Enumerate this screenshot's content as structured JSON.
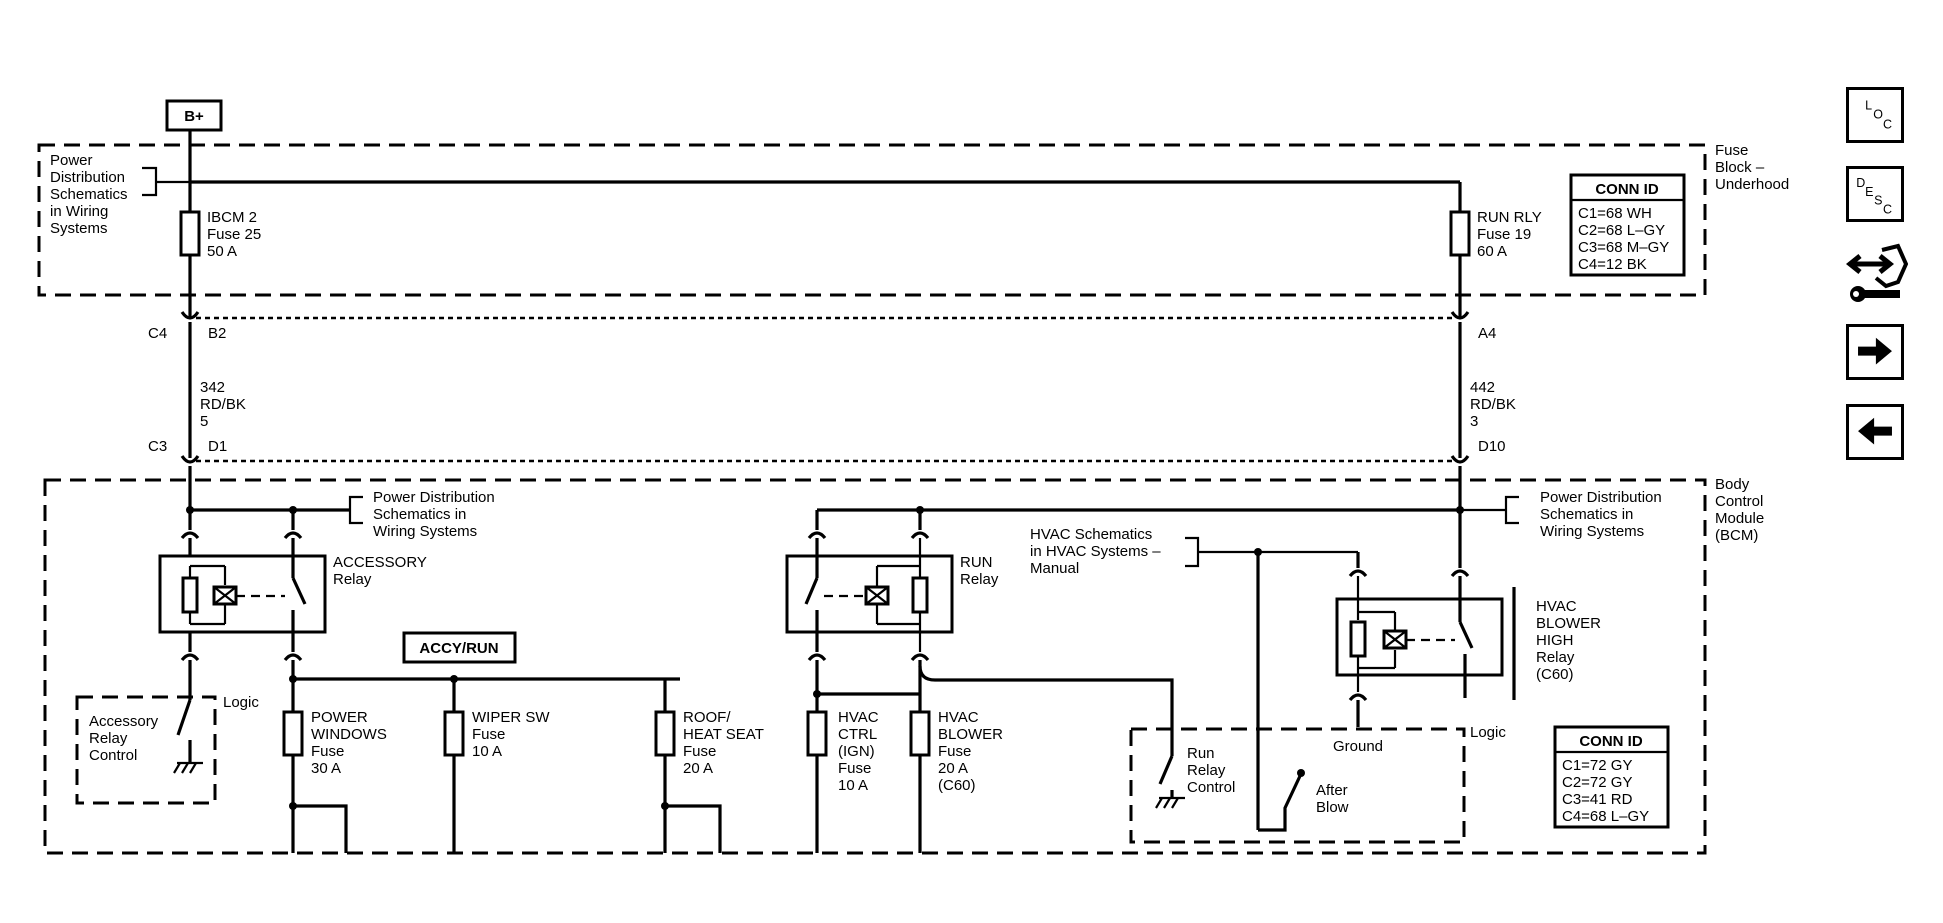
{
  "source": {
    "label": "B+"
  },
  "fuse_block": {
    "label": [
      "Fuse",
      "Block –",
      "Underhood"
    ],
    "note": [
      "Power",
      "Distribution",
      "Schematics",
      "in Wiring",
      "Systems"
    ],
    "fuse_left": [
      "IBCM 2",
      "Fuse 25",
      "50 A"
    ],
    "fuse_right": [
      "RUN RLY",
      "Fuse 19",
      "60 A"
    ],
    "conn_title": "CONN ID",
    "conn": [
      "C1=68 WH",
      "C2=68 L–GY",
      "C3=68 M–GY",
      "C4=12 BK"
    ]
  },
  "connectors": {
    "c4": "C4",
    "b2": "B2",
    "a4": "A4",
    "c3": "C3",
    "d1": "D1",
    "d10": "D10"
  },
  "wires": {
    "left": [
      "342",
      "RD/BK",
      "5"
    ],
    "right": [
      "442",
      "RD/BK",
      "3"
    ]
  },
  "bcm": {
    "label": [
      "Body",
      "Control",
      "Module",
      "(BCM)"
    ],
    "pd_note_left": [
      "Power Distribution",
      "Schematics in",
      "Wiring Systems"
    ],
    "pd_note_right": [
      "Power Distribution",
      "Schematics in",
      "Wiring Systems"
    ],
    "hvac_note": [
      "HVAC Schematics",
      "in HVAC Systems –",
      "Manual"
    ],
    "accessory_relay": [
      "ACCESSORY",
      "Relay"
    ],
    "run_relay": [
      "RUN",
      "Relay"
    ],
    "hvac_blower_relay": [
      "HVAC",
      "BLOWER",
      "HIGH",
      "Relay",
      "(C60)"
    ],
    "accy_run": "ACCY/RUN",
    "logic_left": "Logic",
    "logic_right": "Logic",
    "accessory_control": [
      "Accessory",
      "Relay",
      "Control"
    ],
    "run_control": [
      "Run",
      "Relay",
      "Control"
    ],
    "after_blow": [
      "After",
      "Blow"
    ],
    "ground": "Ground",
    "fuse_power_windows": [
      "POWER",
      "WINDOWS",
      "Fuse",
      "30 A"
    ],
    "fuse_wiper": [
      "WIPER SW",
      "Fuse",
      "10 A"
    ],
    "fuse_roof": [
      "ROOF/",
      "HEAT SEAT",
      "Fuse",
      "20 A"
    ],
    "fuse_hvac_ctrl": [
      "HVAC",
      "CTRL",
      "(IGN)",
      "Fuse",
      "10 A"
    ],
    "fuse_hvac_blower": [
      "HVAC",
      "BLOWER",
      "Fuse",
      "20 A",
      "(C60)"
    ],
    "conn_title": "CONN ID",
    "conn": [
      "C1=72 GY",
      "C2=72 GY",
      "C3=41 RD",
      "C4=68 L–GY"
    ]
  },
  "sidebar": {
    "loc": [
      "L",
      "O",
      "C"
    ],
    "desc": [
      "D",
      "E",
      "S",
      "C"
    ],
    "icons": [
      "connector-tools-icon",
      "arrow-right-icon",
      "arrow-left-icon"
    ]
  }
}
